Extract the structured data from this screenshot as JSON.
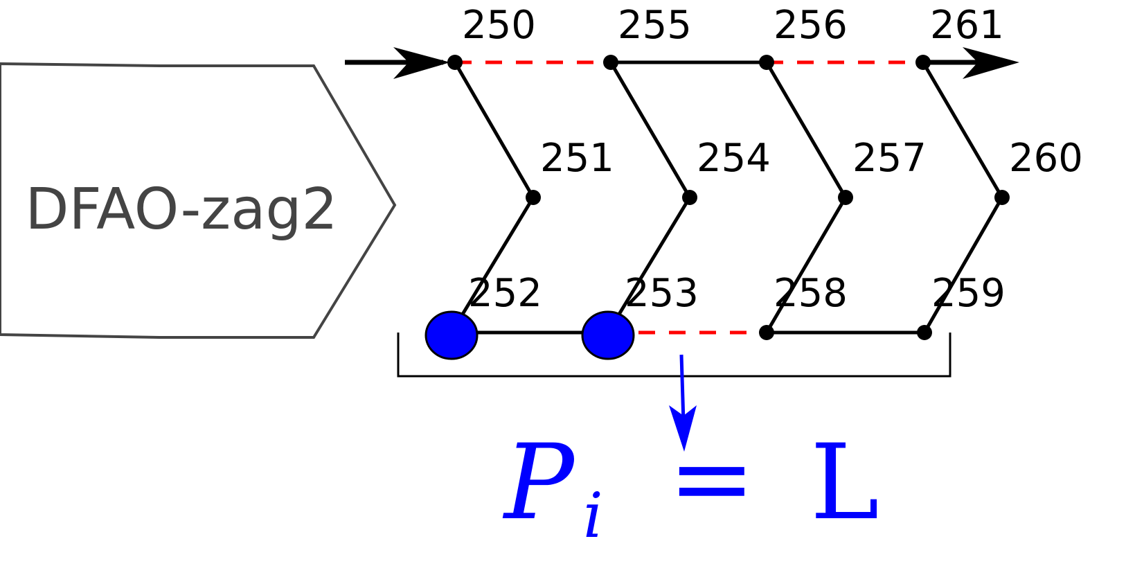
{
  "block_label": "DFAO-zag2",
  "nodes": [
    {
      "id": "250",
      "row": "top",
      "col": 0
    },
    {
      "id": "251",
      "row": "mid",
      "col": 0
    },
    {
      "id": "252",
      "row": "bottom",
      "col": 0,
      "highlighted": true
    },
    {
      "id": "253",
      "row": "bottom",
      "col": 1,
      "highlighted": true
    },
    {
      "id": "254",
      "row": "mid",
      "col": 1
    },
    {
      "id": "255",
      "row": "top",
      "col": 1
    },
    {
      "id": "256",
      "row": "top",
      "col": 2
    },
    {
      "id": "257",
      "row": "mid",
      "col": 2
    },
    {
      "id": "258",
      "row": "bottom",
      "col": 2
    },
    {
      "id": "259",
      "row": "bottom",
      "col": 3
    },
    {
      "id": "260",
      "row": "mid",
      "col": 3
    },
    {
      "id": "261",
      "row": "top",
      "col": 3
    }
  ],
  "edges": [
    {
      "from": "250",
      "to": "251",
      "style": "solid"
    },
    {
      "from": "251",
      "to": "252",
      "style": "solid"
    },
    {
      "from": "252",
      "to": "253",
      "style": "solid"
    },
    {
      "from": "253",
      "to": "254",
      "style": "solid"
    },
    {
      "from": "254",
      "to": "255",
      "style": "solid"
    },
    {
      "from": "250",
      "to": "255",
      "style": "dashed"
    },
    {
      "from": "255",
      "to": "256",
      "style": "solid"
    },
    {
      "from": "256",
      "to": "257",
      "style": "solid"
    },
    {
      "from": "257",
      "to": "258",
      "style": "solid"
    },
    {
      "from": "253",
      "to": "258",
      "style": "dashed"
    },
    {
      "from": "258",
      "to": "259",
      "style": "solid"
    },
    {
      "from": "259",
      "to": "260",
      "style": "solid"
    },
    {
      "from": "260",
      "to": "261",
      "style": "solid"
    },
    {
      "from": "256",
      "to": "261",
      "style": "dashed"
    }
  ],
  "formula": {
    "symbol": "P",
    "subscript": "i",
    "equals": "=",
    "value": "L"
  },
  "colors": {
    "dashed": "#ff0000",
    "highlight": "#0000ff",
    "block": "#444444",
    "formula": "#0000ff"
  }
}
